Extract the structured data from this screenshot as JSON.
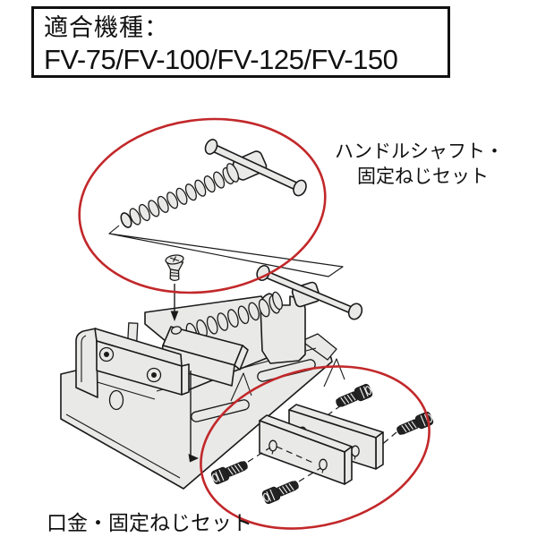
{
  "header": {
    "compat_label": "適合機種：",
    "models": "FV-75/FV-100/FV-125/FV-150"
  },
  "labels": {
    "handle_set_line1": "ハンドルシャフト・",
    "handle_set_line2": "固定ねじセット",
    "jaw_set": "口金・固定ねじセット"
  },
  "colors": {
    "line": "#1a1a1a",
    "fill": "#e9e9e8",
    "highlight": "#c2282a",
    "background": "#ffffff"
  }
}
